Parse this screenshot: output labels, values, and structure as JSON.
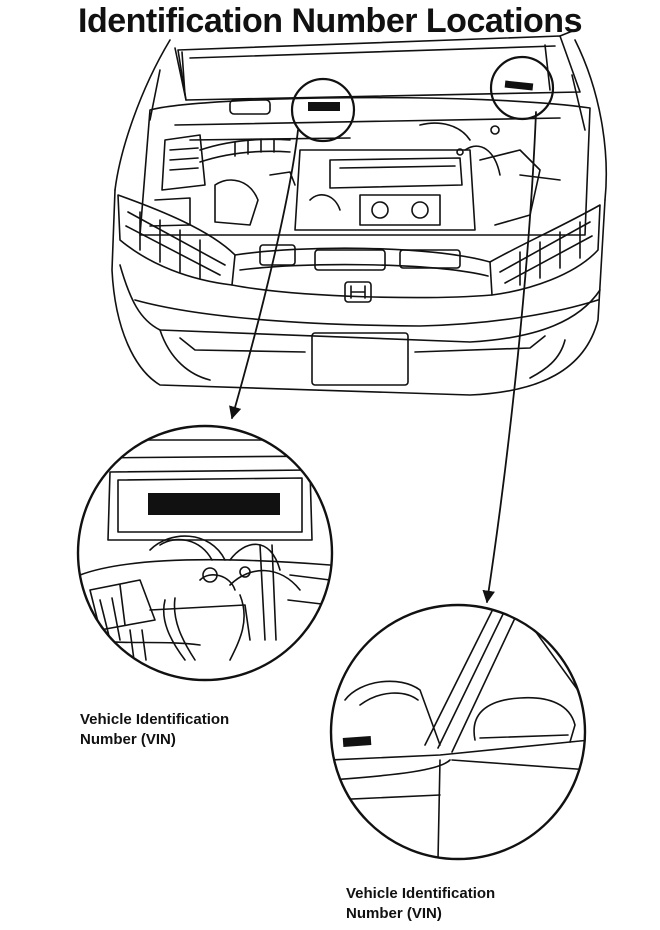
{
  "title": "Identification Number Locations",
  "callouts": [
    {
      "label_line1": "Vehicle Identification",
      "label_line2": "Number (VIN)"
    },
    {
      "label_line1": "Vehicle Identification",
      "label_line2": "Number (VIN)"
    }
  ],
  "colors": {
    "ink": "#111111",
    "paper": "#ffffff"
  }
}
